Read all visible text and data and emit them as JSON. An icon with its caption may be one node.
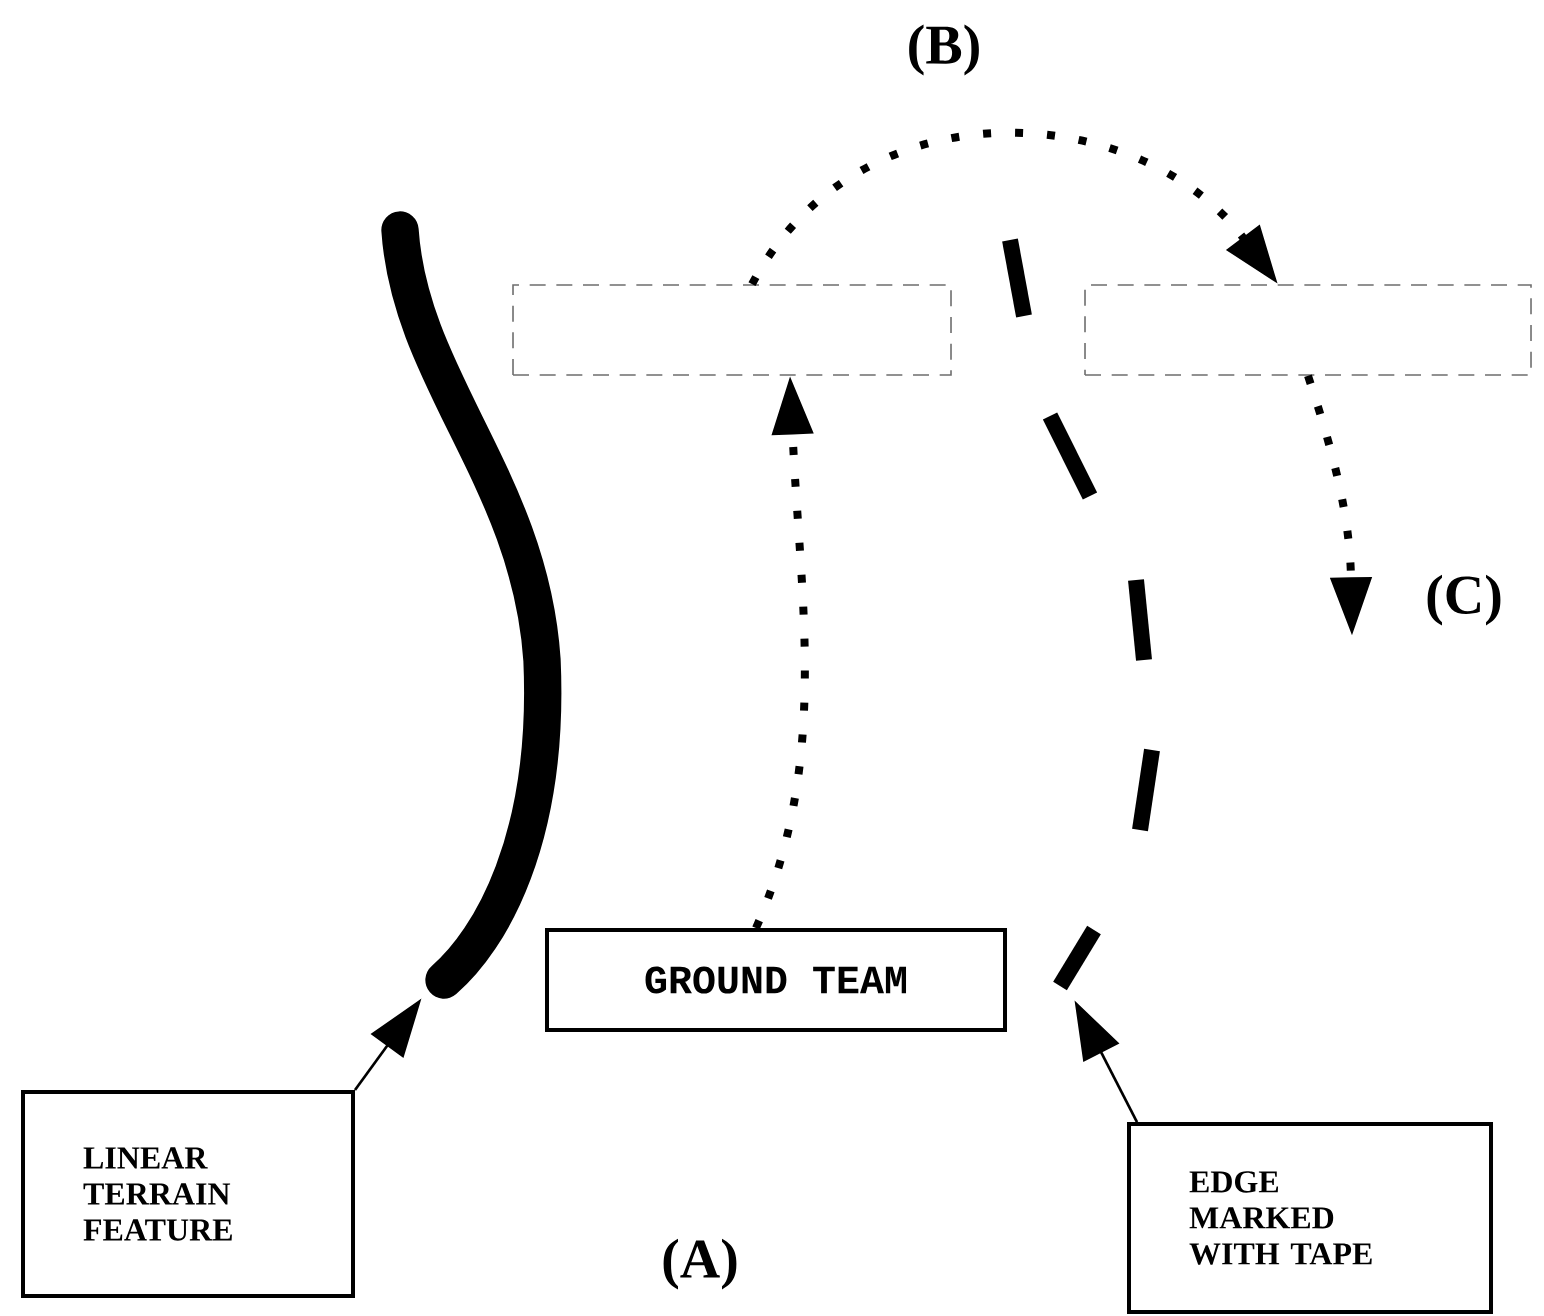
{
  "diagram": {
    "nodes": [
      {
        "text": [
          "GROUND TEAM"
        ]
      },
      {
        "text": [],
        "shape": "box"
      },
      {
        "text": [],
        "shape": "box"
      },
      {
        "text": [
          "LINEAR TERRAIN FEATURE"
        ]
      },
      {
        "text": [
          "EDGE MARKED WITH TAPE"
        ]
      },
      {
        "text": [],
        "shape": "line"
      },
      {
        "text": [],
        "shape": "line"
      }
    ],
    "edges": [
      {
        "from": 0,
        "to": 1,
        "arrow": "to",
        "style": "dashed"
      },
      {
        "from": 1,
        "to": 2,
        "arrow": "to",
        "style": "dashed"
      },
      {
        "from": 2,
        "to": null,
        "arrow": "to",
        "style": "dashed"
      },
      {
        "from": 3,
        "to": 5,
        "arrow": "to"
      },
      {
        "from": 4,
        "to": 6,
        "arrow": "to"
      }
    ],
    "labels": [
      "(B)",
      "(C)",
      "(A)"
    ]
  }
}
